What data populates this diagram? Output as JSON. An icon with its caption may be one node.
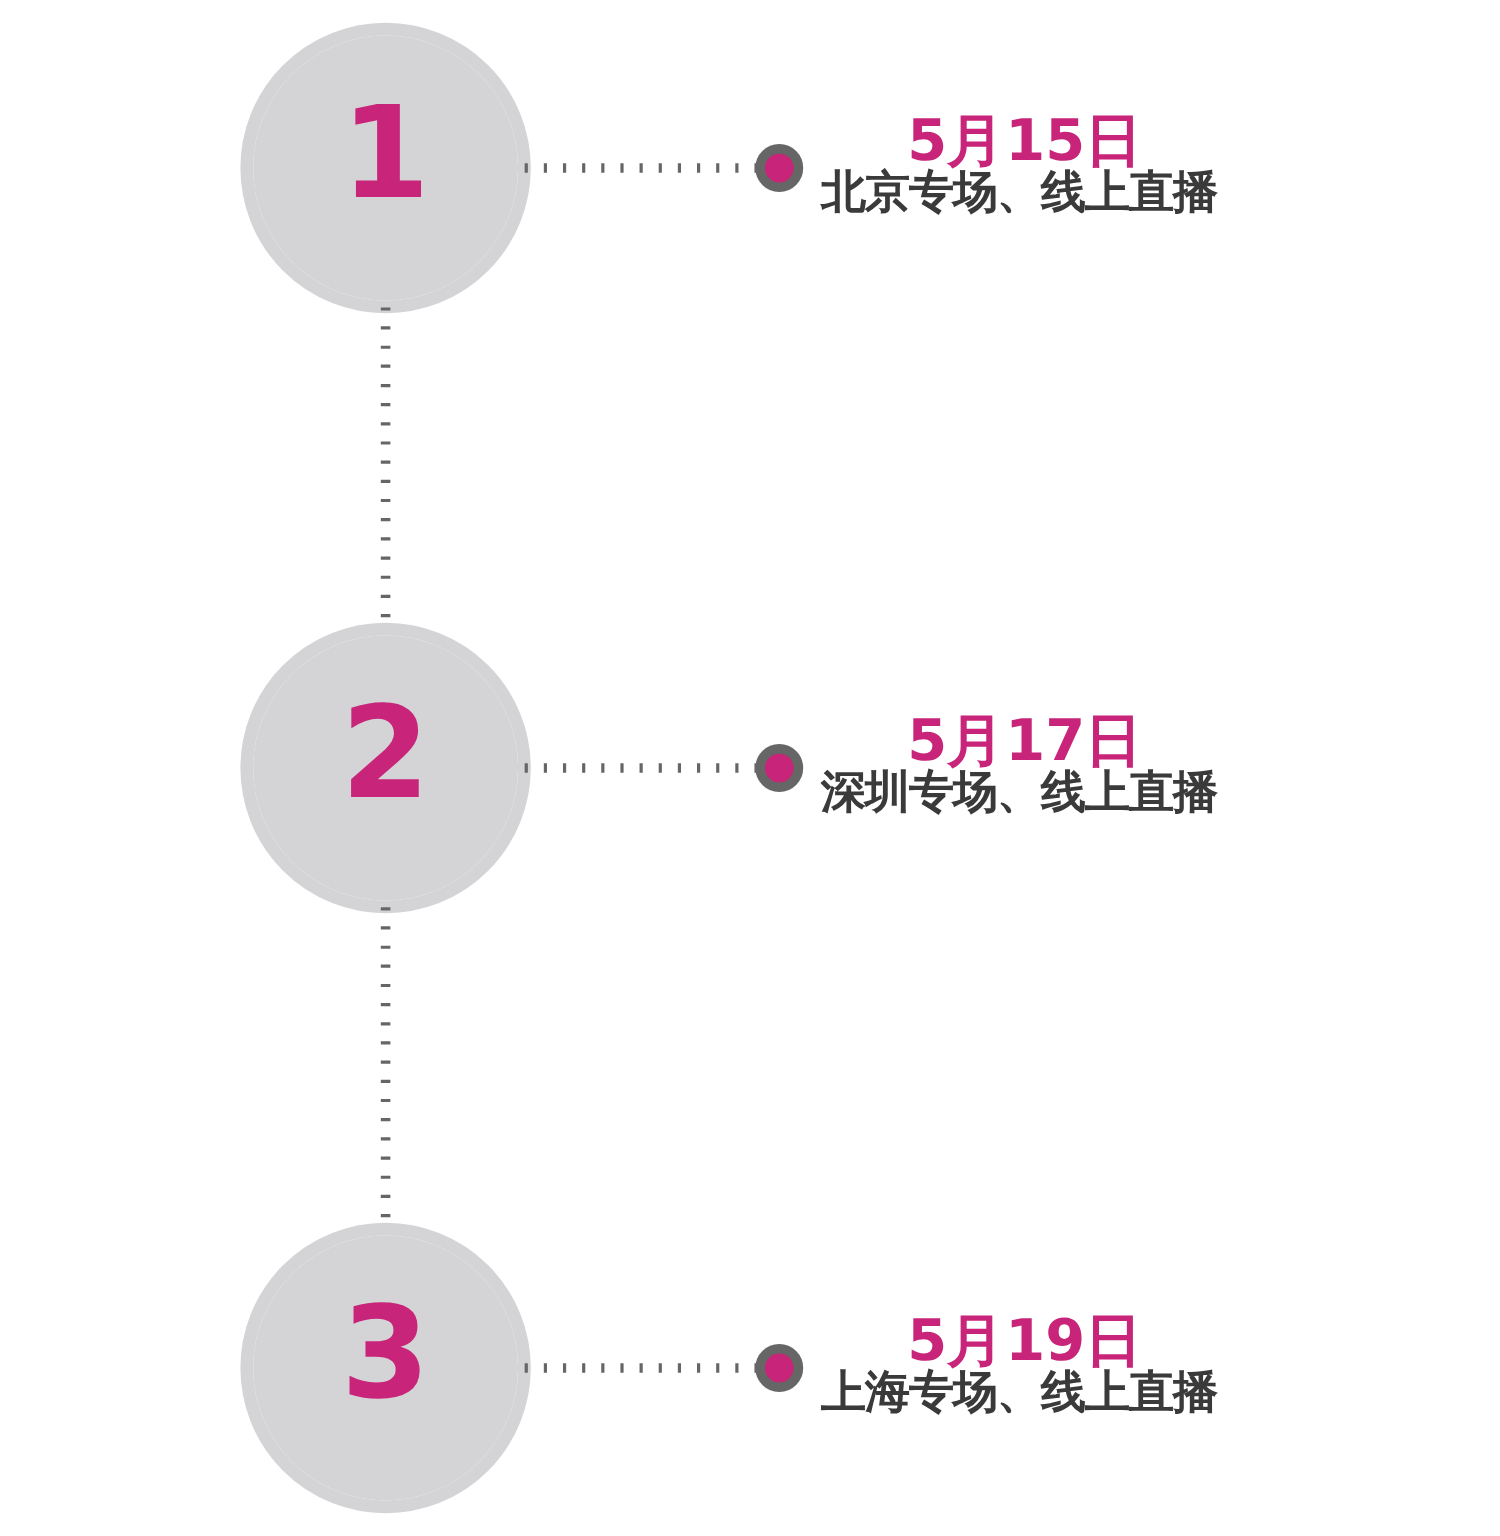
{
  "diagram": {
    "nodes": [
      {
        "text": [
          "1"
        ]
      },
      {
        "text": [
          "5月15日",
          "北京专场、线上直播"
        ]
      },
      {
        "text": [
          "5月17日",
          "深圳专场、线上直播"
        ]
      },
      {
        "text": [
          "2"
        ]
      },
      {
        "text": [
          "3"
        ]
      },
      {
        "text": [
          "5月19日",
          "上海专场、线上直播"
        ]
      }
    ],
    "edges": [
      {
        "from": 0,
        "to": 1,
        "arrow": "other",
        "style": "dashed"
      },
      {
        "from": 0,
        "to": 3,
        "arrow": "none",
        "style": "dashed"
      },
      {
        "from": 3,
        "to": 2,
        "arrow": "other",
        "style": "dashed"
      },
      {
        "from": 3,
        "to": 4,
        "arrow": "none",
        "style": "dashed"
      },
      {
        "from": 4,
        "to": 5,
        "arrow": "other",
        "style": "dashed"
      }
    ]
  }
}
